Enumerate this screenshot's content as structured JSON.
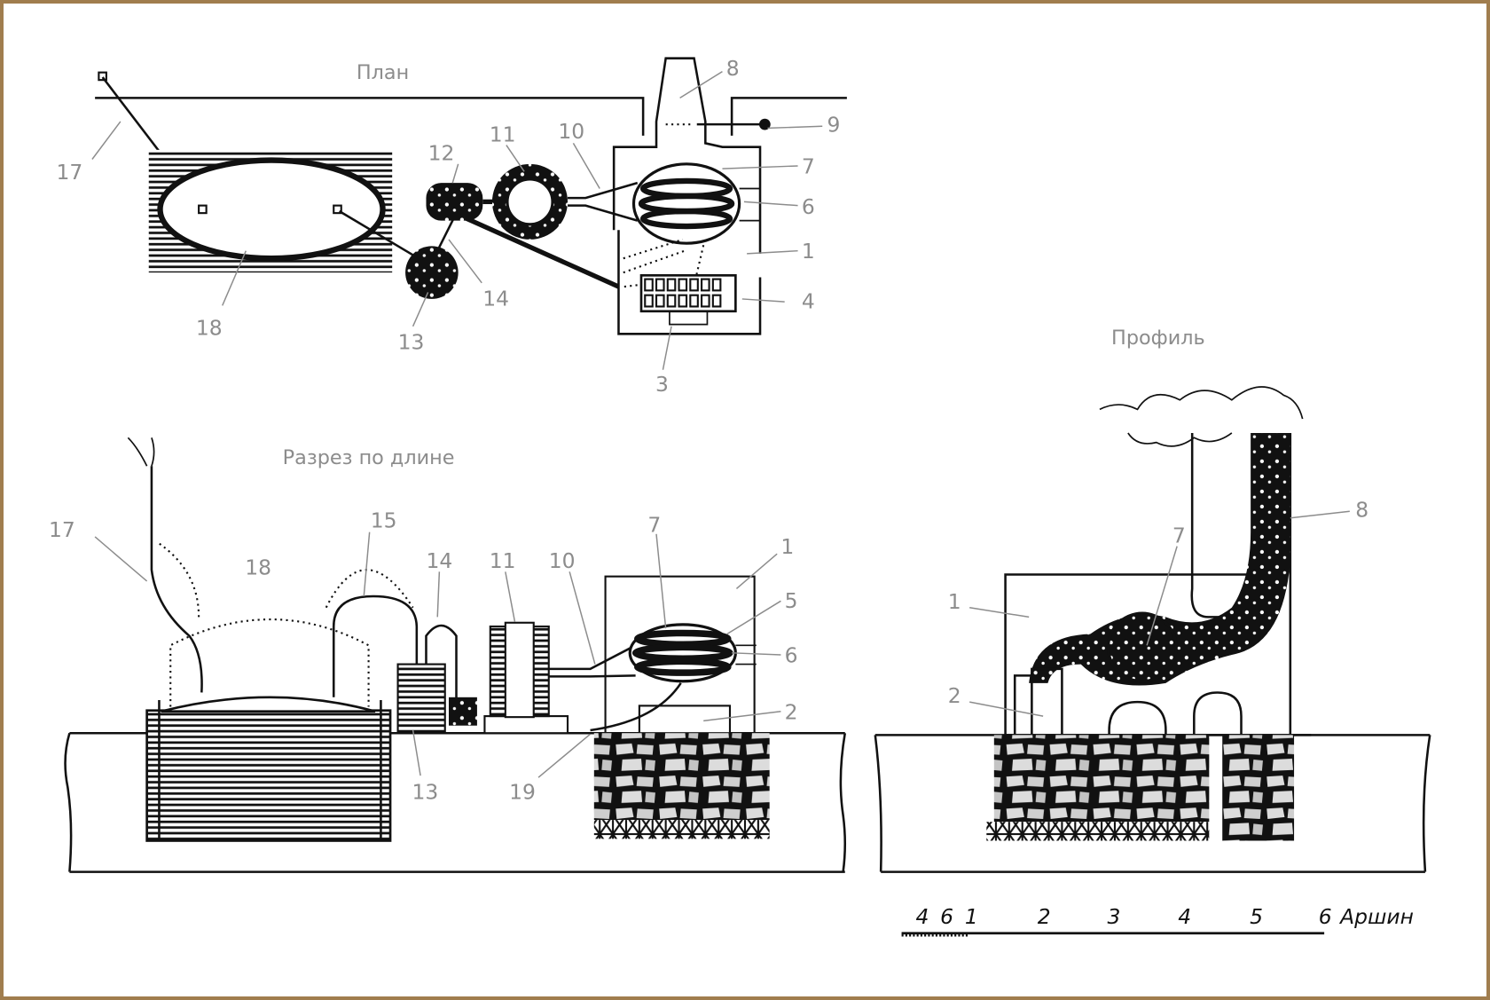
{
  "titles": {
    "plan": "План",
    "section": "Разрез по длине",
    "profile": "Профиль"
  },
  "plan_labels": {
    "l17": "17",
    "l18": "18",
    "l13": "13",
    "l14": "14",
    "l12": "12",
    "l11": "11",
    "l10": "10",
    "l8": "8",
    "l9": "9",
    "l7": "7",
    "l6": "6",
    "l1": "1",
    "l4": "4",
    "l3": "3"
  },
  "section_labels": {
    "l17": "17",
    "l18": "18",
    "l15": "15",
    "l14": "14",
    "l11": "11",
    "l10": "10",
    "l7": "7",
    "l1": "1",
    "l5": "5",
    "l6": "6",
    "l2": "2",
    "l13": "13",
    "l19": "19"
  },
  "profile_labels": {
    "l8": "8",
    "l7": "7",
    "l1": "1",
    "l2": "2"
  },
  "scale": {
    "ticks": [
      "4",
      "6",
      "1",
      "2",
      "3",
      "4",
      "5",
      "6"
    ],
    "unit": "Аршин"
  },
  "colors": {
    "border": "#a07d4e",
    "label": "#8c8c8c",
    "ink": "#111111"
  }
}
